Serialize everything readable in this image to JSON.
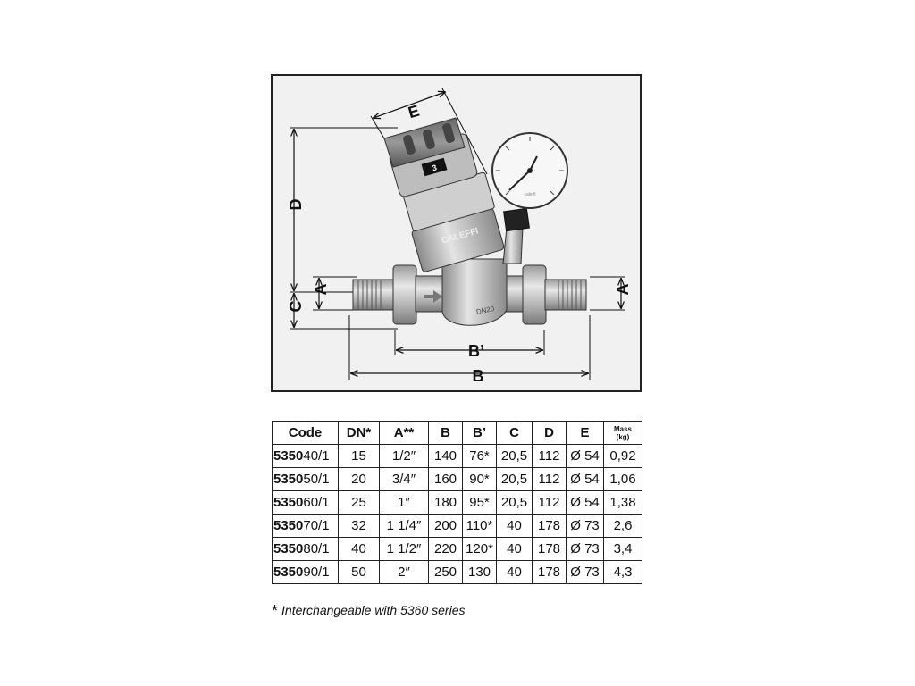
{
  "figure": {
    "dimension_labels": {
      "E": "E",
      "D": "D",
      "C": "C",
      "A_left": "A",
      "A_right": "A",
      "B_prime": "B’",
      "B": "B"
    },
    "valve_markings": {
      "brand": "CALEFFI",
      "size": "DN20",
      "setting": "3",
      "gauge_brand": "caleffi"
    }
  },
  "table": {
    "headers": {
      "code": "Code",
      "dn": "DN*",
      "a": "A**",
      "b": "B",
      "b_prime": "B’",
      "c": "C",
      "d": "D",
      "e": "E",
      "mass_top": "Mass",
      "mass_unit": "(kg)"
    },
    "rows": [
      {
        "code_bold": "5350",
        "code_rest": "40/1",
        "dn": "15",
        "a": "1/2″",
        "b": "140",
        "b_prime": "76*",
        "c": "20,5",
        "d": "112",
        "e": "Ø 54",
        "mass": "0,92"
      },
      {
        "code_bold": "5350",
        "code_rest": "50/1",
        "dn": "20",
        "a": "3/4″",
        "b": "160",
        "b_prime": "90*",
        "c": "20,5",
        "d": "112",
        "e": "Ø 54",
        "mass": "1,06"
      },
      {
        "code_bold": "5350",
        "code_rest": "60/1",
        "dn": "25",
        "a": "1″",
        "b": "180",
        "b_prime": "95*",
        "c": "20,5",
        "d": "112",
        "e": "Ø 54",
        "mass": "1,38"
      },
      {
        "code_bold": "5350",
        "code_rest": "70/1",
        "dn": "32",
        "a": "1 1/4″",
        "b": "200",
        "b_prime": "110*",
        "c": "40",
        "d": "178",
        "e": "Ø 73",
        "mass": "2,6"
      },
      {
        "code_bold": "5350",
        "code_rest": "80/1",
        "dn": "40",
        "a": "1 1/2″",
        "b": "220",
        "b_prime": "120*",
        "c": "40",
        "d": "178",
        "e": "Ø 73",
        "mass": "3,4"
      },
      {
        "code_bold": "5350",
        "code_rest": "90/1",
        "dn": "50",
        "a": "2″",
        "b": "250",
        "b_prime": "130",
        "c": "40",
        "d": "178",
        "e": "Ø 73",
        "mass": "4,3"
      }
    ]
  },
  "footnote": {
    "symbol": "*",
    "text": "Interchangeable with 5360 series"
  }
}
